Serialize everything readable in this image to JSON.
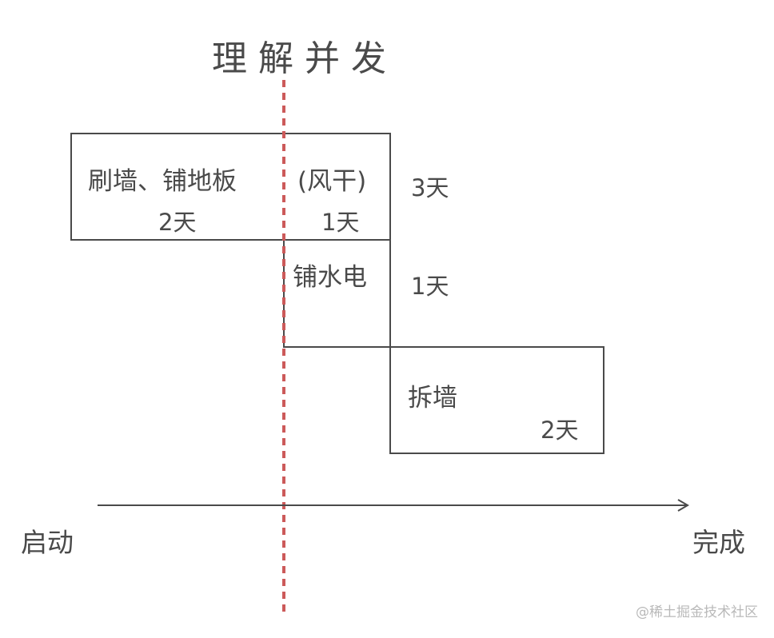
{
  "title": "理解并发",
  "tasks": {
    "paint_floor": {
      "label": "刷墙、铺地板",
      "duration": "2天"
    },
    "dry": {
      "label": "(风干)",
      "duration": "1天"
    },
    "block_total_duration": "3天",
    "plumbing": {
      "label": "铺水电",
      "duration": "1天"
    },
    "demolish": {
      "label": "拆墙",
      "duration": "2天"
    }
  },
  "axis": {
    "start_label": "启动",
    "end_label": "完成"
  },
  "watermark": "@稀土掘金技术社区",
  "colors": {
    "line": "#4a4a4a",
    "divider": "#cc5a5a",
    "text": "#4a4a4a"
  }
}
